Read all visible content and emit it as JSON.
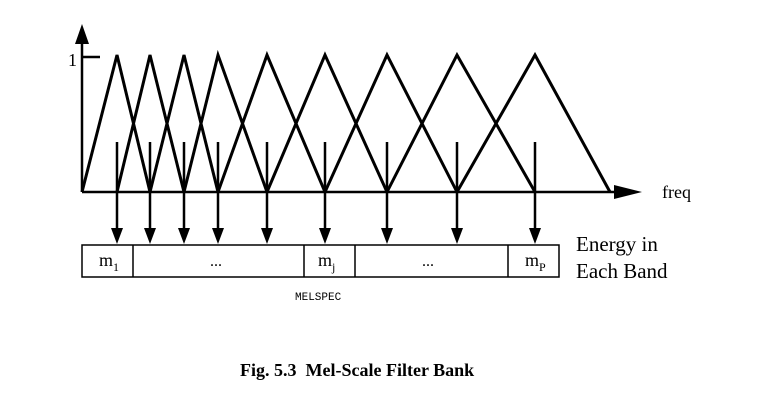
{
  "diagram": {
    "y_axis_tick_label": "1",
    "x_axis_label": "freq",
    "band_cells": [
      {
        "base": "m",
        "sub": "1"
      },
      {
        "ellipsis": "..."
      },
      {
        "base": "m",
        "sub": "j"
      },
      {
        "ellipsis": "..."
      },
      {
        "base": "m",
        "sub": "P"
      }
    ],
    "side_label_line1": "Energy in",
    "side_label_line2": "Each Band",
    "output_label": "MELSPEC",
    "filter_count": 9
  },
  "caption": "Fig. 5.3  Mel-Scale Filter Bank"
}
